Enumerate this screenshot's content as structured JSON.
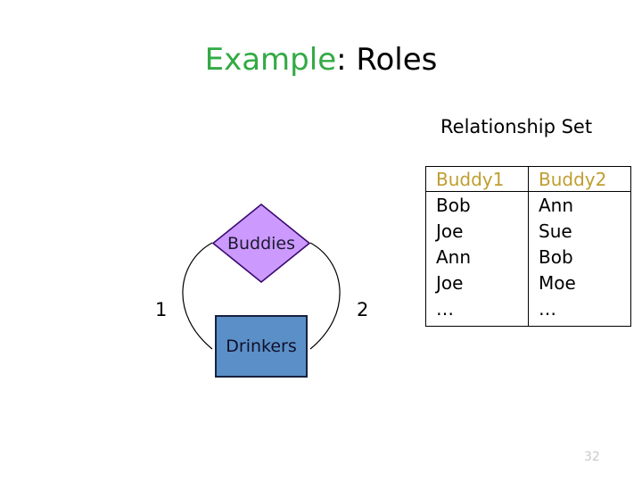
{
  "slide": {
    "title_keyword": "Example",
    "title_rest": ": Roles",
    "title_keyword_color": "#33AA44",
    "number": "32"
  },
  "diagram": {
    "caption": "Relationship Set",
    "relationship": {
      "label": "Buddies",
      "shape": "diamond",
      "fill": "#CC99FF",
      "stroke": "#3B0A6E"
    },
    "entity": {
      "label": "Drinkers",
      "shape": "rectangle",
      "fill": "#5B8FC7",
      "stroke": "#16213E"
    },
    "edges": [
      {
        "role_label": "1",
        "side": "left"
      },
      {
        "role_label": "2",
        "side": "right"
      }
    ]
  },
  "table": {
    "header_color": "#BF9E30",
    "columns": [
      {
        "header": "Buddy1",
        "values": [
          "Bob",
          "Joe",
          "Ann",
          "Joe",
          "…"
        ]
      },
      {
        "header": "Buddy2",
        "values": [
          "Ann",
          "Sue",
          "Bob",
          "Moe",
          "…"
        ]
      }
    ]
  }
}
